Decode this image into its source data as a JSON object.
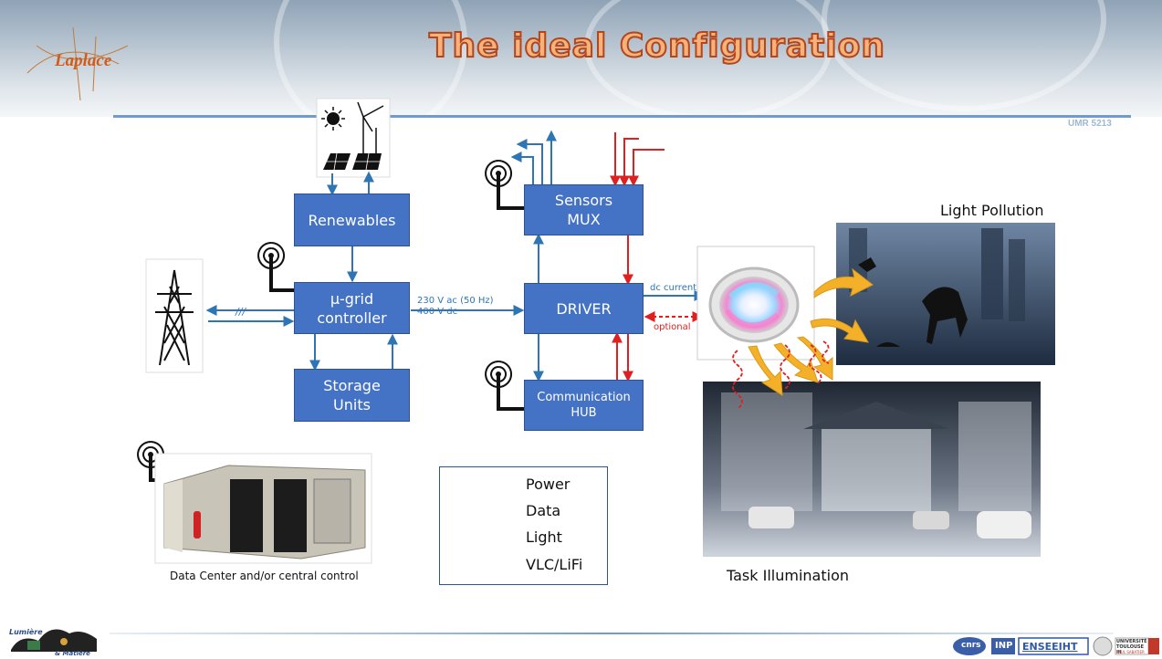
{
  "header": {
    "title": "The ideal Configuration",
    "logo_text": "Laplace",
    "umr": "UMR 5213"
  },
  "blocks": {
    "renewables": "Renewables",
    "controller": "µ-grid\ncontroller",
    "storage": "Storage\nUnits",
    "sensors": "Sensors\nMUX",
    "driver": "DRIVER",
    "comm": "Communication\nHUB"
  },
  "labels": {
    "voltage_ac": "230 V ac (50 Hz)",
    "voltage_dc": "400 V dc",
    "dc_current": "dc current",
    "optional": "optional",
    "three_phase": "///",
    "light_pollution": "Light Pollution",
    "task_illumination": "Task Illumination",
    "data_center": "Data Center and/or central control"
  },
  "legend": {
    "power": "Power",
    "data": "Data",
    "light": "Light",
    "vlc": "VLC/LiFi"
  },
  "footer": {
    "lumiere": "Lumière",
    "matiere": "& Matière",
    "logos": [
      "cnrs",
      "INP",
      "ENSEEIHT",
      "UNIVERSITÉ TOULOUSE III",
      "PAUL SABATIER"
    ]
  },
  "colors": {
    "power": "#2e75b6",
    "data": "#e02020",
    "light": "#f4b028",
    "block": "#4472c4"
  }
}
